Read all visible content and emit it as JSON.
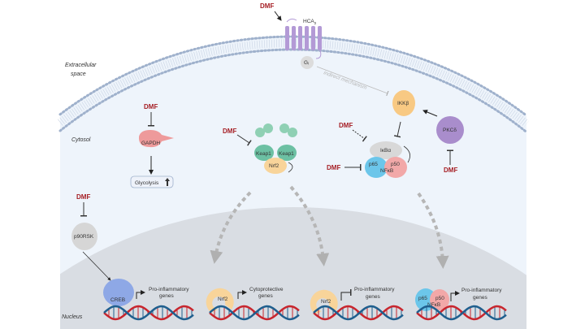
{
  "regions": {
    "extracellular": "Extracellular space",
    "extracellular_l1": "Extracellular",
    "extracellular_l2": "space",
    "cytosol": "Cytosol",
    "nucleus": "Nucleus"
  },
  "dmf": "DMF",
  "receptor": {
    "name": "HCA",
    "sub": "2",
    "g_protein": "Gᵢ"
  },
  "indirect": "indirect mechanism",
  "proteins": {
    "gapdh": "GAPDH",
    "glycolysis": "Glycolysis",
    "p90rsk": "p90RSK",
    "keap1": "Keap1",
    "nrf2": "Nrf2",
    "ikkb": "IKKβ",
    "pkcd": "PKCδ",
    "ikba": "IκBα",
    "p65": "p65",
    "p50": "p50",
    "nfkb": "NFκB",
    "creb": "CREB"
  },
  "nuclear": [
    {
      "factor": "CREB",
      "gene1": "Pro-inflammatory",
      "gene2": "genes",
      "effect": "activate"
    },
    {
      "factor": "Nrf2",
      "gene1": "Cytoprotective",
      "gene2": "genes",
      "effect": "activate"
    },
    {
      "factor": "Nrf2",
      "gene1": "Pro-inflammatory",
      "gene2": "genes",
      "effect": "inhibit"
    },
    {
      "factor": "p65 p50 NFκB",
      "gene1": "Pro-inflammatory",
      "gene2": "genes",
      "effect": "activate"
    }
  ],
  "colors": {
    "dmf": "#a51d23",
    "cytosol": "#eef4fb",
    "nucleus": "#d9dde3",
    "membrane": "#9fb1cc",
    "receptor": "#b39ad6",
    "dna_red": "#c8262e",
    "dna_blue": "#1f5f8e"
  }
}
